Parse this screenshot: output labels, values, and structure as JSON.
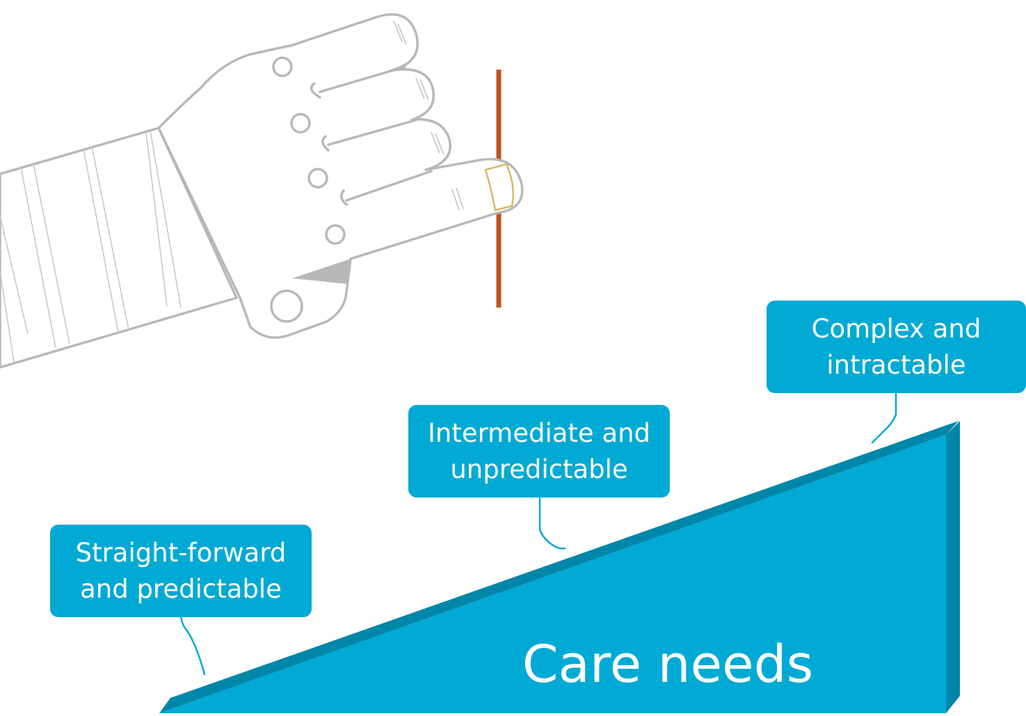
{
  "colors": {
    "accent": "#00aad4",
    "accent_dark": "#0086a8",
    "thread": "#c0541f",
    "hand_outline": "#b8b8b8",
    "hand_fill": "#ffffff",
    "label_text": "#ffffff",
    "connector": "#00aad4"
  },
  "labels": {
    "low": {
      "line1": "Straight-forward",
      "line2": "and predictable"
    },
    "mid": {
      "line1": "Intermediate and",
      "line2": "unpredictable"
    },
    "high": {
      "line1": "Complex and",
      "line2": "intractable"
    }
  },
  "ramp": {
    "title": "Care needs"
  },
  "icons": {
    "hand": "hand-icon",
    "thread": "thread-icon",
    "ramp": "ramp-shape"
  }
}
